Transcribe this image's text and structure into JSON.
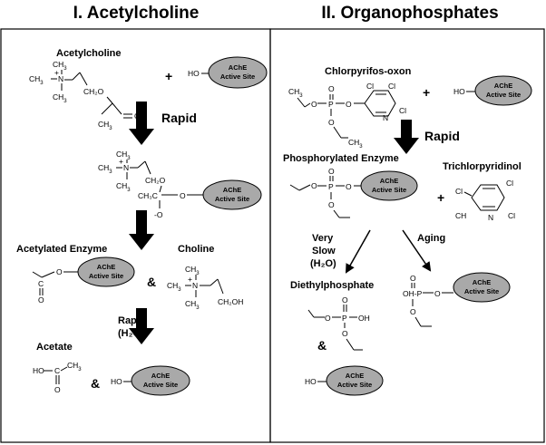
{
  "sections": {
    "left_title": "I. Acetylcholine",
    "right_title": "II. Organophosphates"
  },
  "labels": {
    "acetylcholine": "Acetylcholine",
    "acetylated_enzyme": "Acetylated Enzyme",
    "choline": "Choline",
    "acetate": "Acetate",
    "chlorpyrifos_oxon": "Chlorpyrifos-oxon",
    "phosphorylated_enzyme": "Phosphorylated Enzyme",
    "trichloropyridinol": "Trichlorpyridinol",
    "diethylphosphate": "Diethylphosphate"
  },
  "conditions": {
    "rapid": "Rapid",
    "rapid_h2o_1": "Rapid",
    "rapid_h2o_2": "(H₂O)",
    "very_slow_1": "Very",
    "very_slow_2": "Slow",
    "very_slow_3": "(H₂O)",
    "aging": "Aging"
  },
  "symbols": {
    "plus": "+",
    "and": "&"
  },
  "enzyme": {
    "line1": "AChE",
    "line2": "Active Site",
    "ho": "HO"
  },
  "atoms": {
    "ch3": "CH",
    "three": "3",
    "n": "N",
    "plus_sign": "+",
    "o": "O",
    "c": "C",
    "p": "P",
    "cl": "Cl",
    "oh": "OH",
    "ch2": "CH",
    "two": "2",
    "ch2o": "CH₂O",
    "ch2oh": "CH₂OH",
    "neg_o": "-O",
    "oh_p": "OH-P",
    "ch_ring": "CH",
    "ch3_c": "CH₃C"
  },
  "colors": {
    "enzyme_fill": "#a9a9a9",
    "arrow": "#000000"
  }
}
